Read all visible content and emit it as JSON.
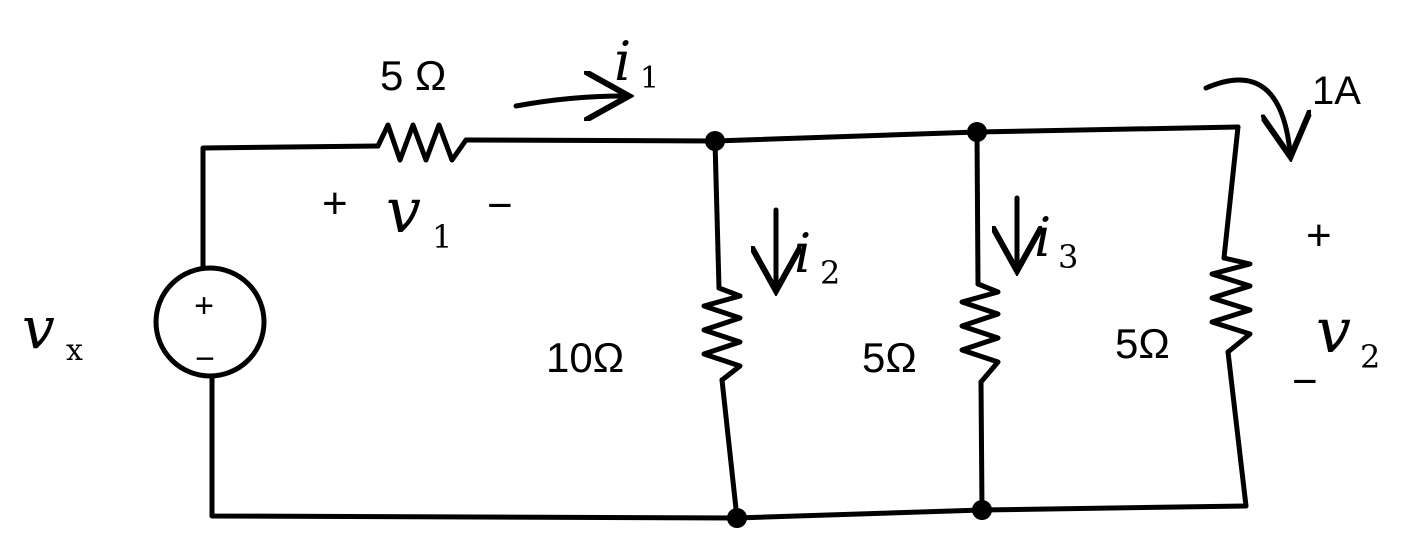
{
  "source": {
    "label_v": "v",
    "label_sub": "x",
    "plus": "+",
    "minus": "−"
  },
  "resistors": {
    "series": "5 Ω",
    "r10": "10Ω",
    "r5_middle": "5Ω",
    "r5_right": "5Ω"
  },
  "voltages": {
    "v1": {
      "letter": "v",
      "sub": "1",
      "plus": "+",
      "minus": "−"
    },
    "v2": {
      "letter": "v",
      "sub": "2",
      "plus": "+",
      "minus": "−"
    }
  },
  "currents": {
    "i1": {
      "letter": "i",
      "sub": "1"
    },
    "i2": {
      "letter": "i",
      "sub": "2"
    },
    "i3": {
      "letter": "i",
      "sub": "3"
    },
    "source_current": "1A"
  },
  "colors": {
    "ink": "#000000",
    "background": "#ffffff"
  }
}
